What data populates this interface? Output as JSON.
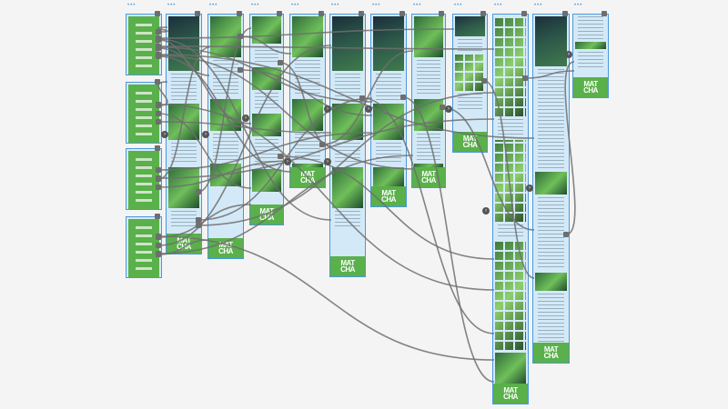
{
  "canvas": {
    "background": "#f4f4f4",
    "frame_fill": "#d3e9f7",
    "selection_border": "#4a98dc",
    "brand_green": "#5ab04a",
    "connector": "#6e6e6e"
  },
  "frame_label": "•••",
  "logo": {
    "line1": "MAT",
    "line2": "CHA"
  },
  "frames": [
    {
      "id": "f0a",
      "kind": "menu"
    },
    {
      "id": "f0b",
      "kind": "menu"
    },
    {
      "id": "f0c",
      "kind": "menu"
    },
    {
      "id": "f0d",
      "kind": "menu"
    },
    {
      "id": "f1",
      "kind": "landing"
    },
    {
      "id": "f2",
      "kind": "article"
    },
    {
      "id": "f3",
      "kind": "products"
    },
    {
      "id": "f4",
      "kind": "article"
    },
    {
      "id": "f5",
      "kind": "hero"
    },
    {
      "id": "f6",
      "kind": "hero"
    },
    {
      "id": "f7",
      "kind": "article"
    },
    {
      "id": "f8",
      "kind": "gallery"
    },
    {
      "id": "f9",
      "kind": "gallery-long"
    },
    {
      "id": "f10",
      "kind": "article-long"
    },
    {
      "id": "f11",
      "kind": "cart"
    }
  ],
  "links": [
    [
      0,
      4
    ],
    [
      0,
      5
    ],
    [
      0,
      6
    ],
    [
      0,
      7
    ],
    [
      0,
      8
    ],
    [
      0,
      9
    ],
    [
      0,
      10
    ],
    [
      0,
      11
    ],
    [
      0,
      12
    ],
    [
      0,
      13
    ],
    [
      1,
      4
    ],
    [
      1,
      6
    ],
    [
      1,
      8
    ],
    [
      1,
      12
    ],
    [
      2,
      5
    ],
    [
      2,
      7
    ],
    [
      2,
      9
    ],
    [
      2,
      12
    ],
    [
      3,
      5
    ],
    [
      3,
      6
    ],
    [
      3,
      8
    ],
    [
      3,
      10
    ],
    [
      3,
      12
    ],
    [
      4,
      6
    ],
    [
      4,
      12
    ],
    [
      5,
      7
    ],
    [
      5,
      9
    ],
    [
      6,
      8
    ],
    [
      7,
      10
    ],
    [
      8,
      12
    ],
    [
      9,
      12
    ],
    [
      10,
      13
    ],
    [
      11,
      13
    ],
    [
      12,
      14
    ],
    [
      13,
      14
    ],
    [
      6,
      12
    ],
    [
      4,
      9
    ]
  ]
}
